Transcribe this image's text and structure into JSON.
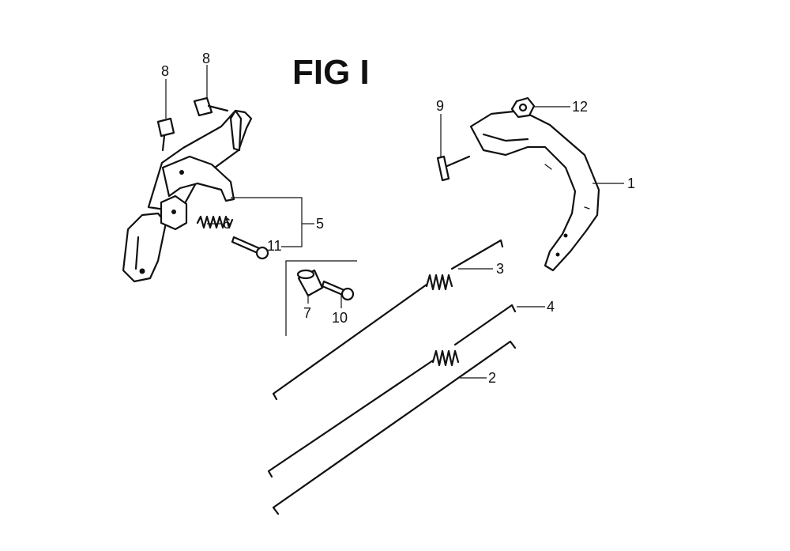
{
  "figure": {
    "title": "FIG I"
  },
  "callouts": {
    "bolt_left": "8",
    "bolt_top": "8",
    "pin": "9",
    "nut": "12",
    "arm": "1",
    "bracket_bracket": "5",
    "spring_small": "6",
    "screw_spring": "11",
    "rod_spring": "3",
    "collar": "7",
    "screw_collar": "10",
    "rod_long": "4",
    "rod_plain": "2"
  }
}
